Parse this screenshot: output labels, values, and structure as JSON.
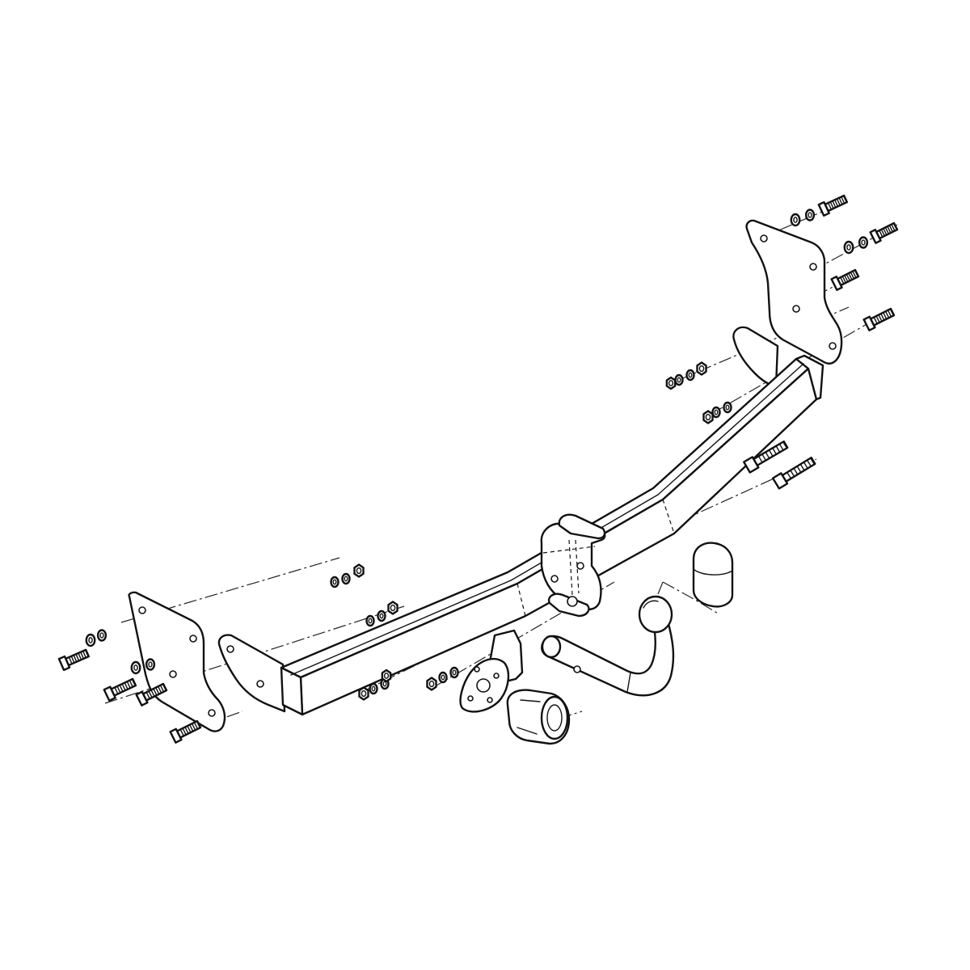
{
  "diagram": {
    "kind": "exploded-assembly-line-drawing",
    "subject": "tow-bar",
    "line_color": "#111111",
    "background": "#ffffff",
    "components": [
      "crossbar",
      "left-mounting-bracket",
      "right-mounting-bracket",
      "center-receiver",
      "tow-ball-neck",
      "ball-cap",
      "socket-plate",
      "electrical-socket",
      "bolts",
      "washers",
      "nuts"
    ]
  }
}
